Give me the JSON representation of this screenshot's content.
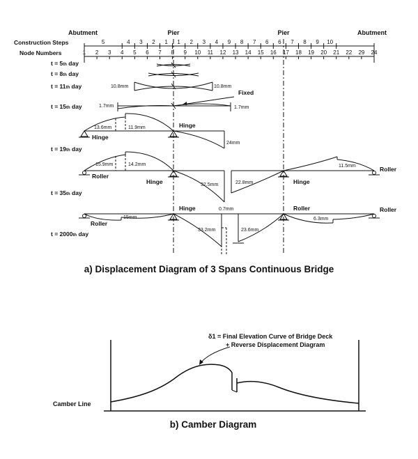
{
  "panel_a": {
    "supports": [
      "Abutment",
      "Pier",
      "Pier",
      "Abutment"
    ],
    "row_labels": {
      "steps": "Construction Steps",
      "nodes": "Node Numbers"
    },
    "construction_steps": [
      "5",
      "4",
      "3",
      "2",
      "1",
      "1",
      "2",
      "3",
      "4",
      "9",
      "8",
      "7",
      "6",
      "6",
      "7",
      "8",
      "9",
      "10"
    ],
    "node_numbers": [
      "1",
      "2",
      "3",
      "4",
      "5",
      "6",
      "7",
      "8",
      "9",
      "10",
      "11",
      "12",
      "13",
      "14",
      "15",
      "16",
      "17",
      "18",
      "19",
      "20",
      "21",
      "22",
      "29",
      "24"
    ],
    "days": [
      {
        "num": "t = 5",
        "sub": "th",
        "tail": " day"
      },
      {
        "num": "t = 8",
        "sub": "th",
        "tail": " day"
      },
      {
        "num": "t = 11",
        "sub": "th",
        "tail": " day"
      },
      {
        "num": "t = 15",
        "sub": "th",
        "tail": " day"
      },
      {
        "num": "t = 19",
        "sub": "th",
        "tail": " day"
      },
      {
        "num": "t = 35",
        "sub": "th",
        "tail": " day"
      },
      {
        "num": "t = 2000",
        "sub": "th",
        "tail": " day"
      }
    ],
    "values": {
      "d11_left": "10.8mm",
      "d11_right": "10.8mm",
      "fixed": "Fixed",
      "d15_left": "1.7mm",
      "d15_right": "1.7mm",
      "d15_hump1": "13.6mm",
      "d15_hump2": "11.9mm",
      "d15_drop": "24mm",
      "d19_hump1": "15.9mm",
      "d19_hump2": "14.2mm",
      "d19_sag": "32.5mm",
      "d19_right": "22.8mm",
      "d19_far": "11.5mm",
      "d2000_left": "15mm",
      "d2000_gap": "0.7mm",
      "d2000_sag1": "33.2mm",
      "d2000_sag2": "23.6mm",
      "d2000_right": "6.3mm"
    },
    "bc": {
      "hinge_15": "Hinge",
      "hinge_15b": "Hinge",
      "roller_19": "Roller",
      "hinge_19": "Hinge",
      "hinge_19b": "Hinge",
      "roller_19b": "Roller",
      "hinge_35": "Hinge",
      "roller_35": "Roller",
      "roller_35b": "Roller",
      "roller_2000": "Roller"
    },
    "caption": "a) Displacement Diagram of 3 Spans Continuous Bridge"
  },
  "panel_b": {
    "annotation_line1": "δ1 = Final Elevation Curve of Bridge Deck",
    "annotation_line2": "+ Reverse Displacement Diagram",
    "camber_line": "Camber Line",
    "caption": "b) Camber Diagram"
  }
}
